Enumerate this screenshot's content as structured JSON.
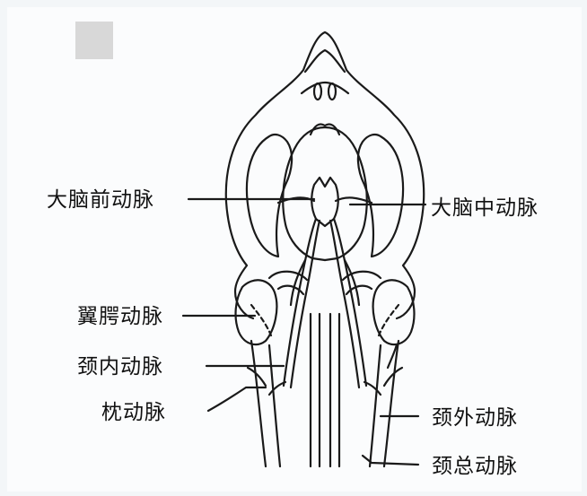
{
  "diagram": {
    "labels": {
      "anterior_cerebral": "大脑前动脉",
      "middle_cerebral": "大脑中动脉",
      "pterygopalatine": "翼腭动脉",
      "internal_carotid": "颈内动脉",
      "occipital": "枕动脉",
      "external_carotid": "颈外动脉",
      "common_carotid": "颈总动脉"
    }
  }
}
